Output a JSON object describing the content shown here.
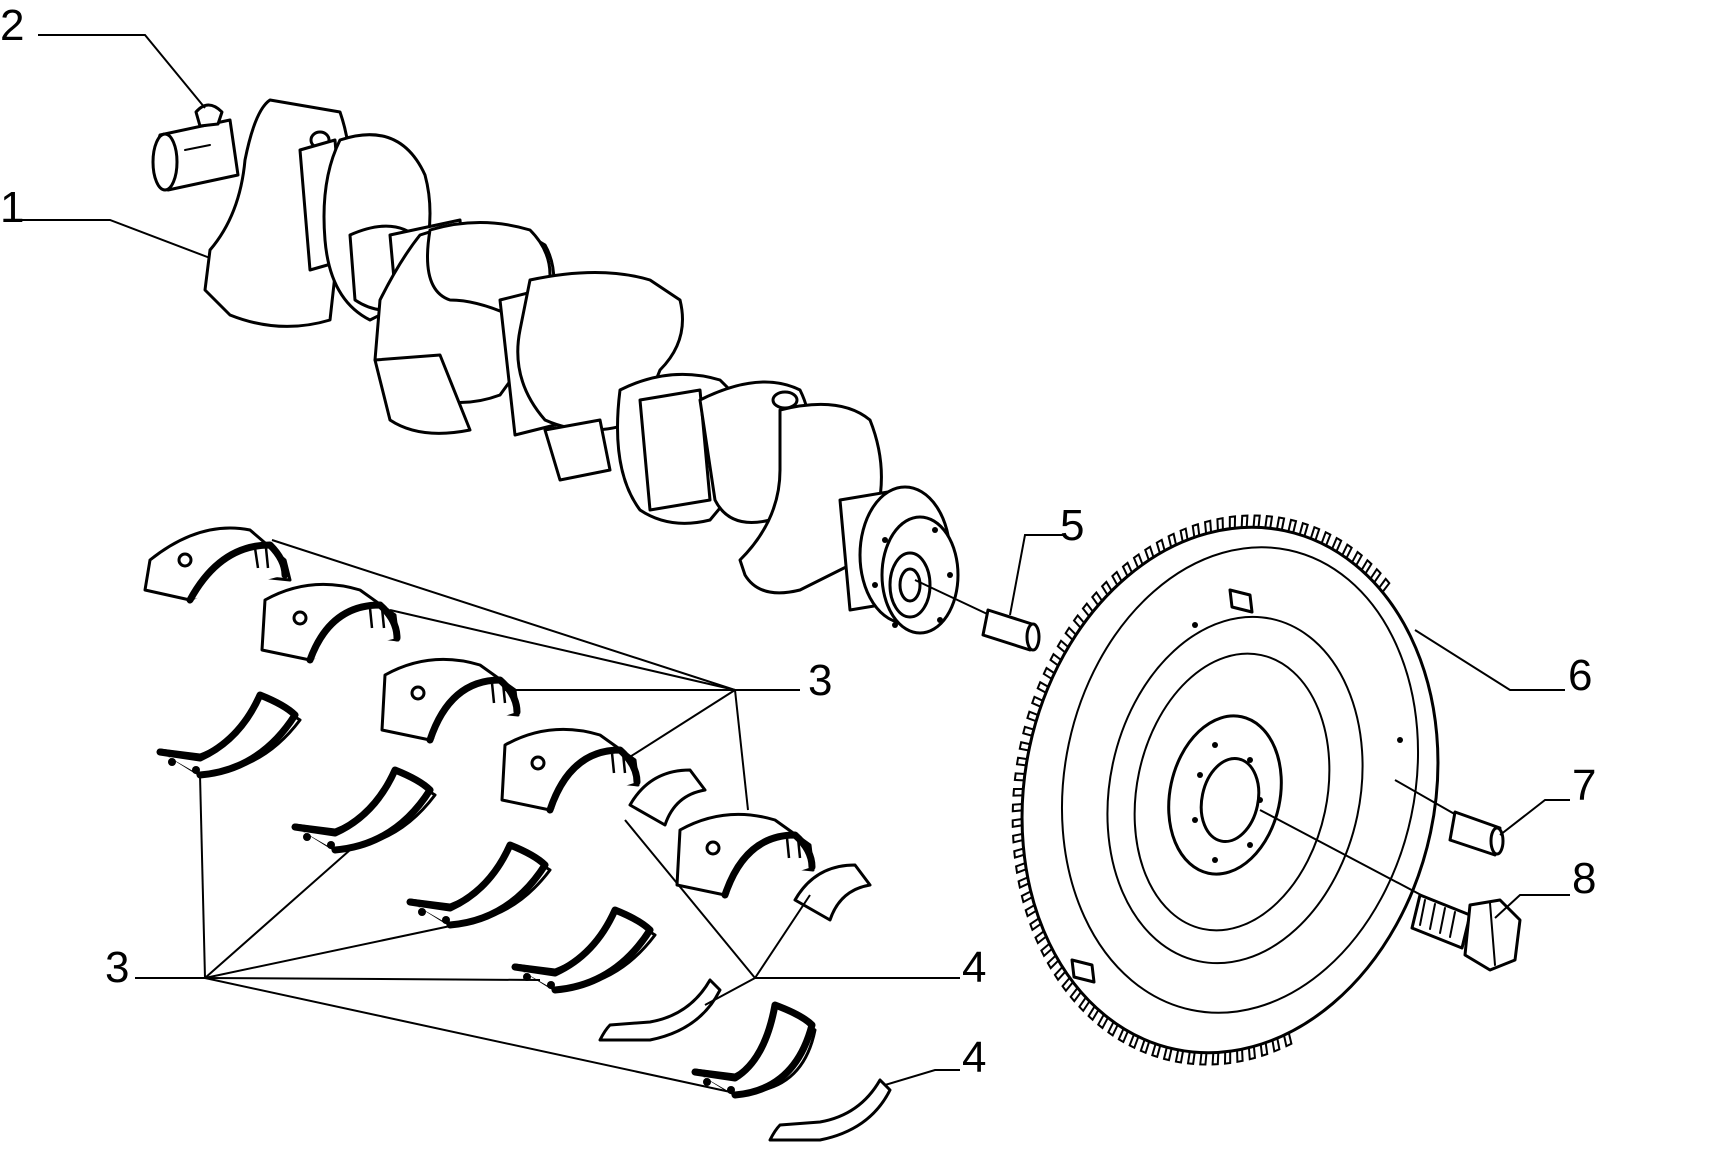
{
  "callouts": {
    "c1": "1",
    "c2": "2",
    "c3a": "3",
    "c3b": "3",
    "c4a": "4",
    "c4b": "4",
    "c5": "5",
    "c6": "6",
    "c7": "7",
    "c8": "8"
  },
  "colors": {
    "ink": "#000000",
    "paper": "#ffffff"
  }
}
